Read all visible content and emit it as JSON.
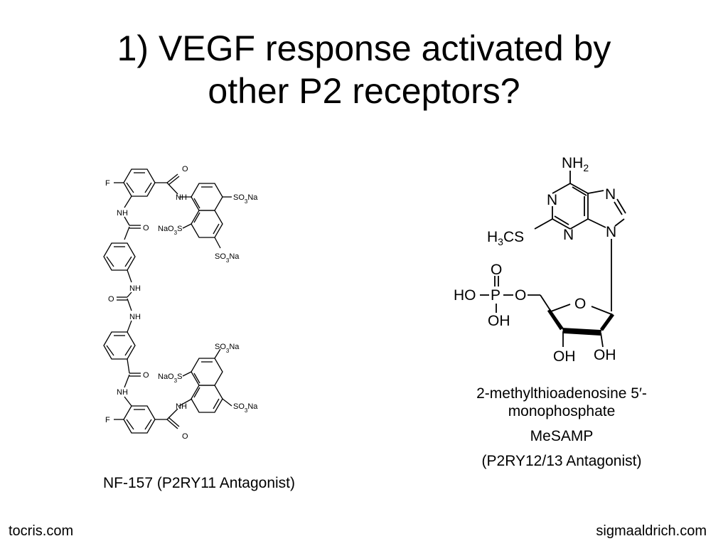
{
  "slide": {
    "title_line1": "1) VEGF response activated by",
    "title_line2": "other P2 receptors?"
  },
  "left_structure": {
    "caption": "NF-157 (P2RY11 Antagonist)",
    "labels": {
      "fluoro": "F",
      "imine": "NH",
      "oxygen": "O",
      "sulfonate": "SO3Na",
      "sulfonate_left": "NaO3S"
    }
  },
  "right_structure": {
    "name_line1": "2-methylthioadenosine 5′-",
    "name_line2": "monophosphate",
    "abbreviation": "MeSAMP",
    "activity": "(P2RY12/13 Antagonist)",
    "labels": {
      "amine": "NH2",
      "nitrogen": "N",
      "methylthio": "H3CS",
      "oxygen": "O",
      "hydroxyl": "OH",
      "phosphorus": "P",
      "hydroxy_left": "HO"
    }
  },
  "footer": {
    "left_source": "tocris.com",
    "right_source": "sigmaaldrich.com"
  }
}
